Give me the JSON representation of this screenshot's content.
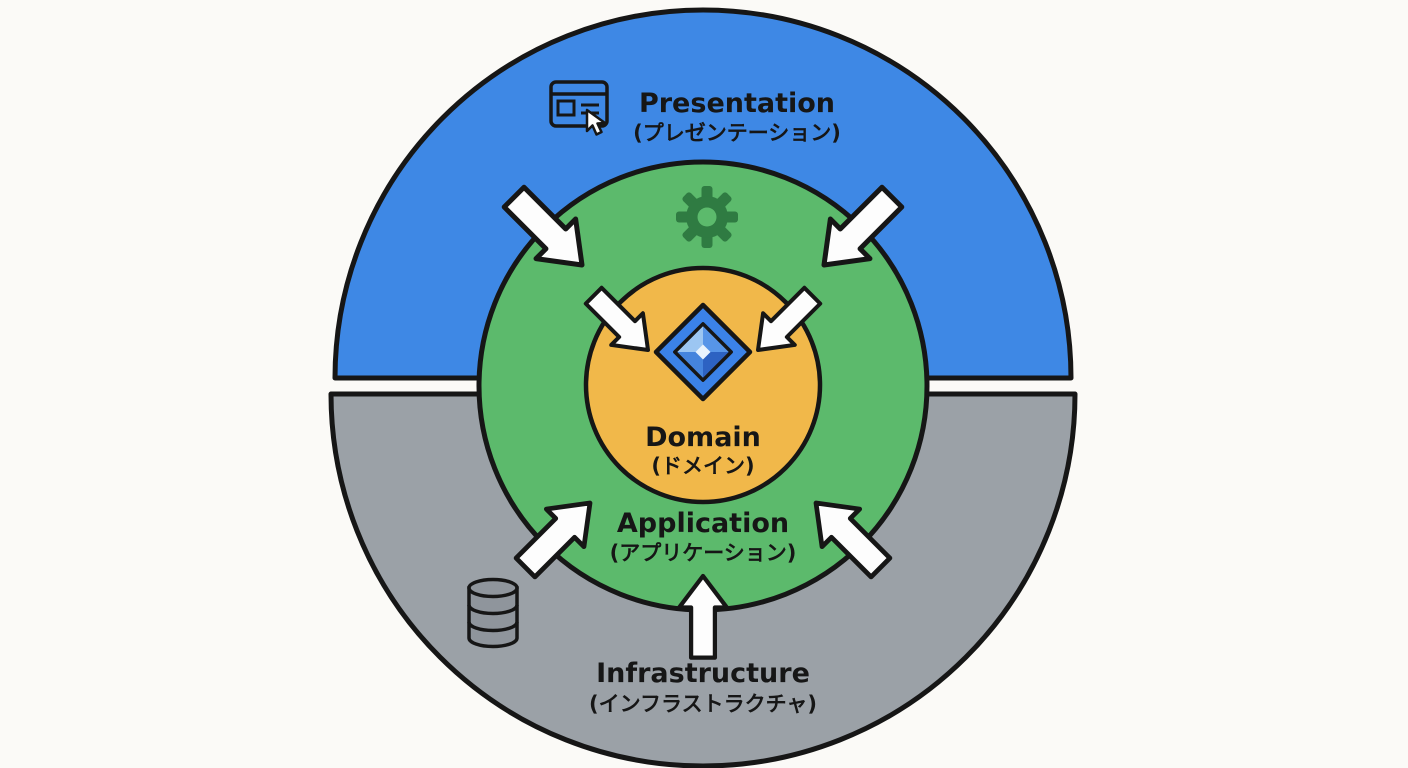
{
  "diagram": {
    "background": "#fbfaf7",
    "outline_color": "#161616",
    "arrow_fill": "#fdfdfd",
    "layers": {
      "presentation": {
        "label": "Presentation",
        "label_ja": "(プレゼンテーション)",
        "color": "#3e88e5",
        "icon": "browser-click-icon"
      },
      "application": {
        "label": "Application",
        "label_ja": "(アプリケーション)",
        "color": "#5cba6c",
        "icon": "gear-icon"
      },
      "domain": {
        "label": "Domain",
        "label_ja": "(ドメイン)",
        "color": "#f1b84a",
        "icon": "diamond-icon"
      },
      "infrastructure": {
        "label": "Infrastructure",
        "label_ja": "(インフラストラクチャ)",
        "color": "#9ba1a7",
        "icon": "database-icon"
      }
    },
    "gear_color": "#2f7b42",
    "diamond_colors": {
      "base": "#3b82e8",
      "facet_tl": "#9cc6f2",
      "facet_tr": "#5795e8",
      "facet_br": "#2d62c2",
      "facet_bl": "#4584dd",
      "center": "#e9f3fd"
    }
  }
}
